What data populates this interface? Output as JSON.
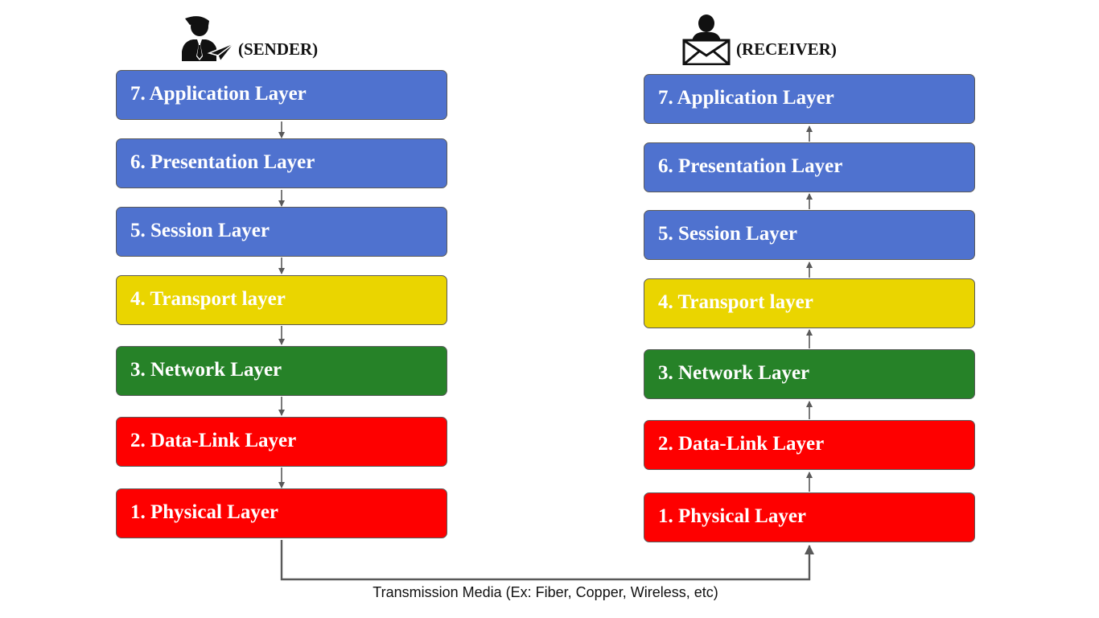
{
  "sender": {
    "title": "(SENDER)",
    "icon": "person-paper-plane-icon",
    "layers": [
      {
        "label": "7. Application Layer",
        "color": "#4f72cf"
      },
      {
        "label": "6. Presentation Layer",
        "color": "#4f72cf"
      },
      {
        "label": "5. Session Layer",
        "color": "#4f72cf"
      },
      {
        "label": "4. Transport layer",
        "color": "#ead500"
      },
      {
        "label": "3. Network Layer",
        "color": "#268228"
      },
      {
        "label": "2. Data-Link Layer",
        "color": "#fe0000"
      },
      {
        "label": "1. Physical Layer",
        "color": "#fe0000"
      }
    ]
  },
  "receiver": {
    "title": "(RECEIVER)",
    "icon": "person-envelope-icon",
    "layers": [
      {
        "label": "7. Application Layer",
        "color": "#4f72cf"
      },
      {
        "label": "6. Presentation Layer",
        "color": "#4f72cf"
      },
      {
        "label": "5. Session Layer",
        "color": "#4f72cf"
      },
      {
        "label": "4. Transport layer",
        "color": "#ead500"
      },
      {
        "label": "3. Network Layer",
        "color": "#268228"
      },
      {
        "label": "2. Data-Link Layer",
        "color": "#fe0000"
      },
      {
        "label": "1. Physical Layer",
        "color": "#fe0000"
      }
    ]
  },
  "transmission": {
    "caption": "Transmission Media (Ex: Fiber, Copper, Wireless, etc)"
  },
  "colors": {
    "arrow": "#595959",
    "border": "#5a5a5a",
    "text": "#ffffff"
  }
}
